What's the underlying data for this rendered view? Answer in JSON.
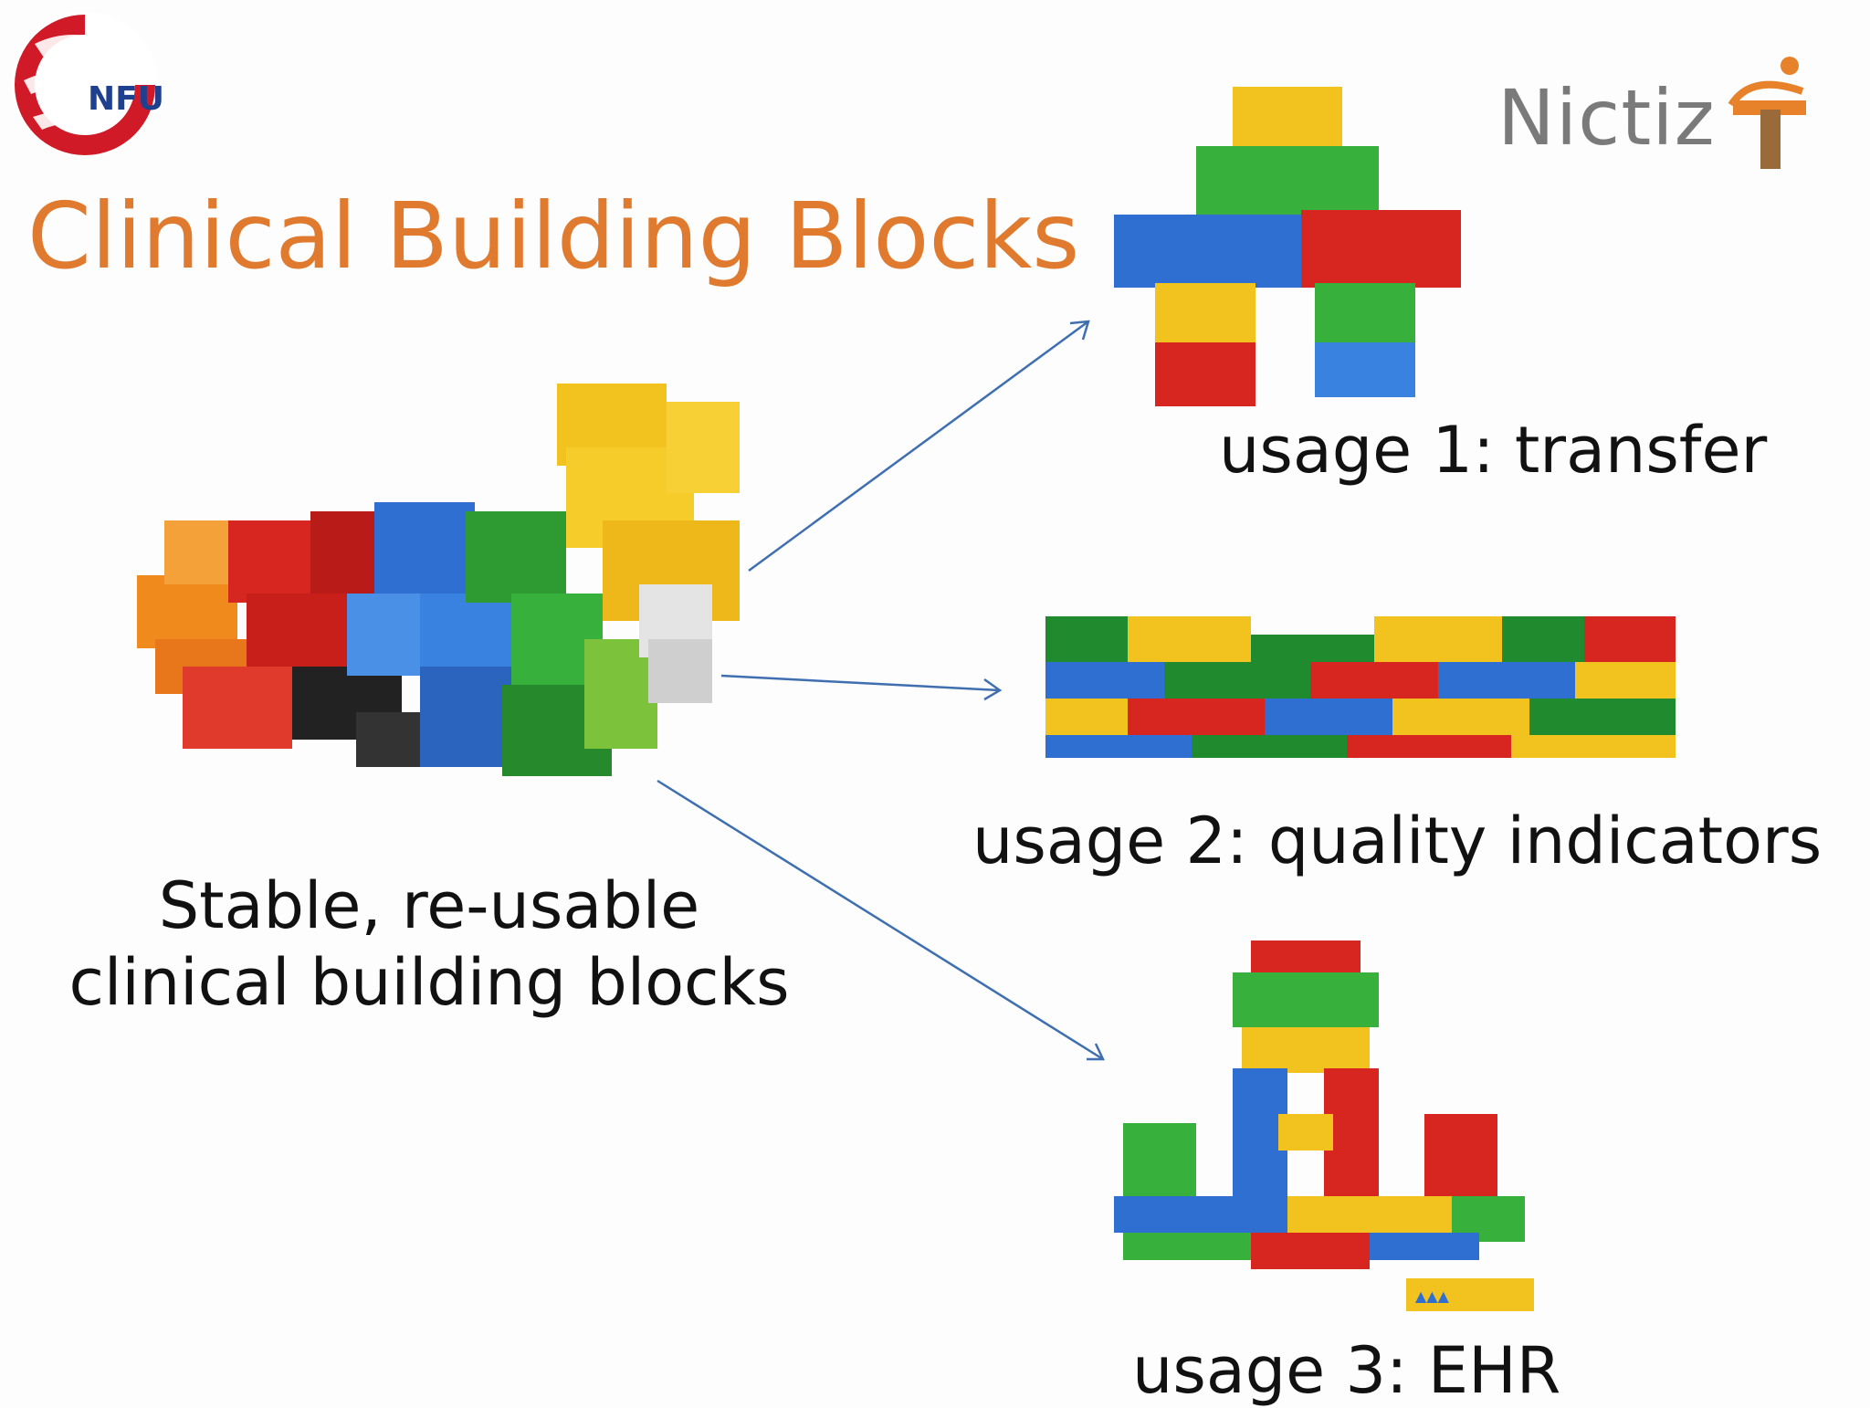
{
  "slide": {
    "title": "Clinical Building Blocks",
    "left_caption_line1": "Stable, re-usable",
    "left_caption_line2": "clinical building blocks",
    "usage1": "usage 1: transfer",
    "usage2": "usage 2: quality indicators",
    "usage3": "usage 3: EHR"
  },
  "logos": {
    "left_logo_text": "NFU",
    "right_logo_text": "Nictiz"
  },
  "colors": {
    "title": "#e07a2e",
    "arrow": "#3f6fb0",
    "brick_red": "#d7261f",
    "brick_yellow": "#f2c31f",
    "brick_green": "#2e9b32",
    "brick_blue": "#2f6fd1",
    "brick_orange": "#f08a1c"
  }
}
